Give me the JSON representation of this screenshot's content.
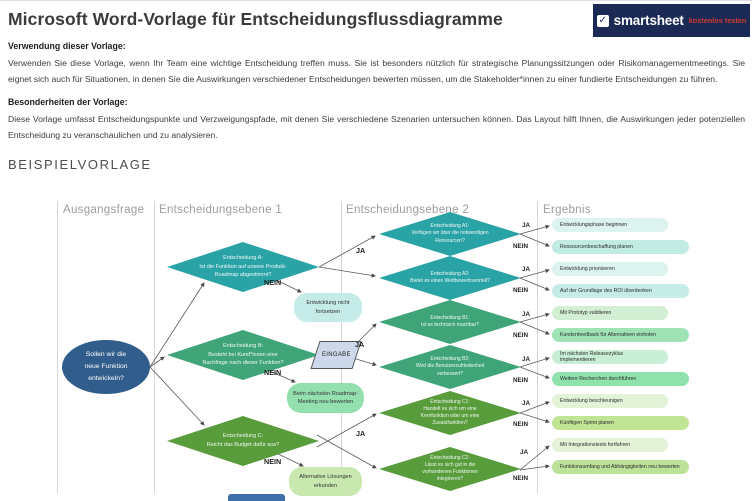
{
  "header": {
    "title": "Microsoft Word-Vorlage für Entscheidungsflussdiagramme",
    "brand": {
      "name": "smartsheet",
      "cta": "kostenlos testen",
      "style": "background:#1b2a55",
      "cta_style": "color:#cf3b30"
    }
  },
  "intro": {
    "usage_heading": "Verwendung dieser Vorlage:",
    "usage_body": "Verwenden Sie diese Vorlage, wenn Ihr Team eine wichtige Entscheidung treffen muss. Sie ist besonders nützlich für strategische Planungssitzungen oder Risikomanagementmeetings. Sie eignet sich auch für Situationen, in denen Sie die Auswirkungen verschiedener Entscheidungen bewerten müssen, um die Stakeholder*innen zu einer fundierte Entscheidungen zu führen.",
    "features_heading": "Besonderheiten der Vorlage:",
    "features_body": "Diese Vorlage umfasst Entscheidungspunkte und Verzweigungspfade, mit denen Sie verschiedene Szenarien untersuchen können. Das Layout hilft Ihnen, die Auswirkungen jeder potenziellen Entscheidung zu veranschaulichen und zu analysieren."
  },
  "example_heading": "BEISPIELVORLAGE",
  "flowchart": {
    "columns": [
      "Ausgangsfrage",
      "Entscheidungsebene 1",
      "Entscheidungsebene 2",
      "Ergebnis"
    ],
    "labels": {
      "ja": "JA",
      "nein": "NEIN"
    },
    "start": {
      "text": "Sollen wir die\nneue Funktion\nentwickeln?",
      "style": "background:#315d8c"
    },
    "level1": [
      {
        "text": "Entscheidung A:\nIst die Funktion auf unsere Produkt-\nRoadmap abgestimmt?",
        "style": "background:#2aa3a6"
      },
      {
        "text": "Entscheidung B:\nBesteht bei Kund*innen eine\nNachfrage nach dieser Funktion?",
        "style": "background:#3fa578"
      },
      {
        "text": "Entscheidung C:\nReicht das Budget dafür aus?",
        "style": "background:#589c3c"
      }
    ],
    "level2": [
      {
        "text": "Entscheidung A1:\nVerfügen wir über die notwendigen\nRessourcen?",
        "style": "background:#2aa3a6"
      },
      {
        "text": "Entscheidung A2:\nBietet es einen Wettbewerbsvorteil?",
        "style": "background:#2aa3a6"
      },
      {
        "text": "Entscheidung B1:\nIst es technisch machbar?",
        "style": "background:#3fa578"
      },
      {
        "text": "Entscheidung B2:\nWird die Benutzerzufriedenheit\nverbessert?",
        "style": "background:#3fa578"
      },
      {
        "text": "Entscheidung C1:\nHandelt es sich um eine\nKernfunktion oder um eine\nZusatzfunktion?",
        "style": "background:#589c3c"
      },
      {
        "text": "Entscheidung C2:\nLässt es sich gut in die\nvorhandenen Funktionen\nintegrieren?",
        "style": "background:#589c3c"
      }
    ],
    "input_shape": {
      "text": "EINGABE",
      "style": "background:#cdd9ea"
    },
    "notes": [
      {
        "text": "Entwicklung nicht\nfortsetzen",
        "style": "background:#c5ebe8"
      },
      {
        "text": "Beim nächsten Roadmap-\nMeeting neu bewerten",
        "style": "background:#93dfae"
      },
      {
        "text": "Alternative Lösungen\nerkunden",
        "style": "background:#c9e8b0"
      }
    ],
    "results": [
      {
        "text": "Entwicklungsphase beginnen",
        "style": "background:#ddf3ef"
      },
      {
        "text": "Ressourcenbeschaffung planen",
        "style": "background:#c2ebe4"
      },
      {
        "text": "Entwicklung priorisieren",
        "style": "background:#ddf3ef"
      },
      {
        "text": "Auf der Grundlage des ROI überdenken",
        "style": "background:#c6ece7"
      },
      {
        "text": "Mit Prototyp validieren",
        "style": "background:#d2efd3"
      },
      {
        "text": "Kundenfeedback für Alternativen einholen",
        "style": "background:#9fe2b5"
      },
      {
        "text": "Im nächsten Releasezyklus implementieren",
        "style": "background:#c8efd5"
      },
      {
        "text": "Weitere Recherchen durchführen",
        "style": "background:#8fe2ac"
      },
      {
        "text": "Entwicklung beschleunigen",
        "style": "background:#e3f3d7"
      },
      {
        "text": "Künftigen Sprint planen",
        "style": "background:#c2e495"
      },
      {
        "text": "Mit Integrationstests fortfahren",
        "style": "background:#e4f2d8"
      },
      {
        "text": "Funktionsumfang und Abhängigkeiten neu bewerten",
        "style": "background:#bce29a"
      }
    ],
    "cutoff_style": "background:#3f6fa8"
  }
}
